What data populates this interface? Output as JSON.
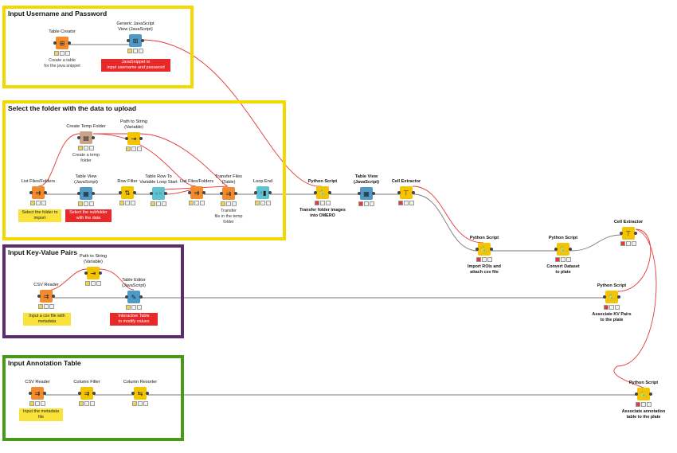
{
  "groups": [
    {
      "id": "g1",
      "title": "Input Username and Password",
      "color": "#f3d900"
    },
    {
      "id": "g2",
      "title": "Select the folder with the data to upload",
      "color": "#f3d900"
    },
    {
      "id": "g3",
      "title": "Input Key-Value Pairs",
      "color": "#5b2c6f"
    },
    {
      "id": "g4",
      "title": "Input Annotation Table",
      "color": "#4a9a1a"
    }
  ],
  "nodes": {
    "table_creator": {
      "label": "Table Creator",
      "desc": "Create a table\nfor the java snippet",
      "icon": "⊞",
      "color": "#f28a2e",
      "status": "yellow"
    },
    "generic_js": {
      "label": "Generic JavaScript\nView (JavaScript)",
      "desc": "",
      "icon": "⊞",
      "color": "#4d9ac7",
      "status": "yellow"
    },
    "create_temp": {
      "label": "Create Temp Folder",
      "desc": "Create a temp\nfolder",
      "icon": "▤",
      "color": "#c9a48a",
      "status": "yellow"
    },
    "path_to_string_1": {
      "label": "Path to String\n(Variable)",
      "desc": "",
      "icon": "⇥",
      "color": "#f5c400",
      "status": "yellow"
    },
    "list_files_1": {
      "label": "List Files/Folders",
      "desc": "",
      "icon": "⇉",
      "color": "#f28a2e",
      "status": "yellow"
    },
    "table_view_1": {
      "label": "Table View\n(JavaScript)",
      "desc": "",
      "icon": "▦",
      "color": "#4d9ac7",
      "status": "yellow"
    },
    "row_filter": {
      "label": "Row Filter",
      "desc": "",
      "icon": "⇅",
      "color": "#f5c400",
      "status": "yellow"
    },
    "var_loop_start": {
      "label": "Table Row To\nVariable Loop Start",
      "desc": "",
      "icon": "◦◦",
      "color": "#5fc2d1",
      "status": "yellow"
    },
    "list_files_2": {
      "label": "List Files/Folders",
      "desc": "",
      "icon": "⇉",
      "color": "#f28a2e",
      "status": "yellow"
    },
    "transfer_files": {
      "label": "Transfer Files\n(Table)",
      "desc": "Transfer\nfile in the temp\nfolder",
      "icon": "⇉",
      "color": "#f28a2e",
      "status": "yellow"
    },
    "loop_end": {
      "label": "Loop End",
      "desc": "",
      "icon": "◦▮",
      "color": "#5fc2d1",
      "status": "yellow"
    },
    "python_1": {
      "label": "Python Script",
      "desc": "Transfer folder images\ninto OMERO",
      "icon": "🐍",
      "color": "#f5c400",
      "status": "red"
    },
    "table_view_2": {
      "label": "Table View\n(JavaScript)",
      "desc": "",
      "icon": "▦",
      "color": "#4d9ac7",
      "status": "red"
    },
    "cell_extractor_1": {
      "label": "Cell Extractor",
      "desc": "",
      "icon": "⊤",
      "color": "#f5c400",
      "status": "red"
    },
    "python_2": {
      "label": "Python Script",
      "desc": "Import ROIs and\nattach csv file",
      "icon": "🐍",
      "color": "#f5c400",
      "status": "red"
    },
    "python_3": {
      "label": "Python Script",
      "desc": "Convert Dataset\nto plate",
      "icon": "🐍",
      "color": "#f5c400",
      "status": "red"
    },
    "cell_extractor_2": {
      "label": "Cell Extractor",
      "desc": "",
      "icon": "⊤",
      "color": "#f5c400",
      "status": "red"
    },
    "csv_reader_1": {
      "label": "CSV Reader",
      "desc": "",
      "icon": "⇉",
      "color": "#f28a2e",
      "status": "yellow"
    },
    "path_to_string_2": {
      "label": "Path to String\n(Variable)",
      "desc": "",
      "icon": "⇥",
      "color": "#f5c400",
      "status": "yellow"
    },
    "table_editor": {
      "label": "Table Editor\n(JavaScript)",
      "desc": "",
      "icon": "✎",
      "color": "#4d9ac7",
      "status": "yellow"
    },
    "python_4": {
      "label": "Python Script",
      "desc": "Associate KV Pairs\nto the plate",
      "icon": "🐍",
      "color": "#f5c400",
      "status": "red"
    },
    "csv_reader_2": {
      "label": "CSV Reader",
      "desc": "",
      "icon": "⇉",
      "color": "#f28a2e",
      "status": "yellow"
    },
    "column_filter": {
      "label": "Column Filter",
      "desc": "",
      "icon": "⇉",
      "color": "#f5c400",
      "status": "yellow"
    },
    "column_resorter": {
      "label": "Column Resorter",
      "desc": "",
      "icon": "⇆",
      "color": "#f5c400",
      "status": "yellow"
    },
    "python_5": {
      "label": "Python Script",
      "desc": "Associate annotation\ntable to the plate",
      "icon": "🐍",
      "color": "#f5c400",
      "status": "red"
    }
  },
  "annotations": {
    "a_js": {
      "text": "JavaSnippet to\ninput username and password",
      "style": "red"
    },
    "a_select_folder": {
      "text": "Select the folder to\nimport",
      "style": "yellow"
    },
    "a_select_sub": {
      "text": "Select the subfolder\nwith the data",
      "style": "red"
    },
    "a_csv": {
      "text": "Input a csv file with\nmetadata",
      "style": "yellow"
    },
    "a_interactive": {
      "text": "Interactive Table\nto modify values",
      "style": "red"
    },
    "a_meta": {
      "text": "Input the metadata\nfile",
      "style": "yellow"
    }
  }
}
